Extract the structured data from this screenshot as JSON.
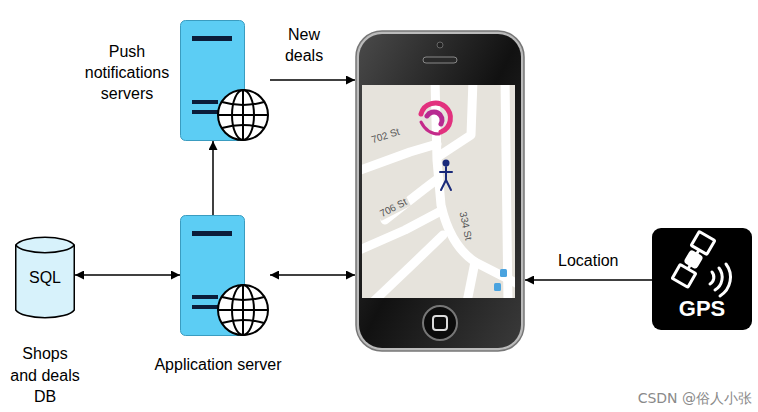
{
  "diagram": {
    "nodes": [
      {
        "text": [
          "Push notifications servers"
        ]
      },
      {
        "text": [
          "702 St",
          "706 St",
          "334 St"
        ]
      },
      {
        "text": [
          "SQL",
          "Shops and deals DB"
        ]
      },
      {
        "text": [
          "Application server"
        ]
      },
      {
        "text": [
          "GPS"
        ]
      }
    ],
    "edges": [
      {
        "from": 0,
        "to": 1,
        "arrow": "to",
        "label": "New deals"
      },
      {
        "from": 3,
        "to": 0,
        "arrow": "to"
      },
      {
        "from": 2,
        "to": 3,
        "arrow": "both"
      },
      {
        "from": 3,
        "to": 1,
        "arrow": "both"
      },
      {
        "from": 4,
        "to": 1,
        "arrow": "to",
        "label": "Location"
      }
    ],
    "labels": [
      "CSDN @俗人小张"
    ]
  }
}
